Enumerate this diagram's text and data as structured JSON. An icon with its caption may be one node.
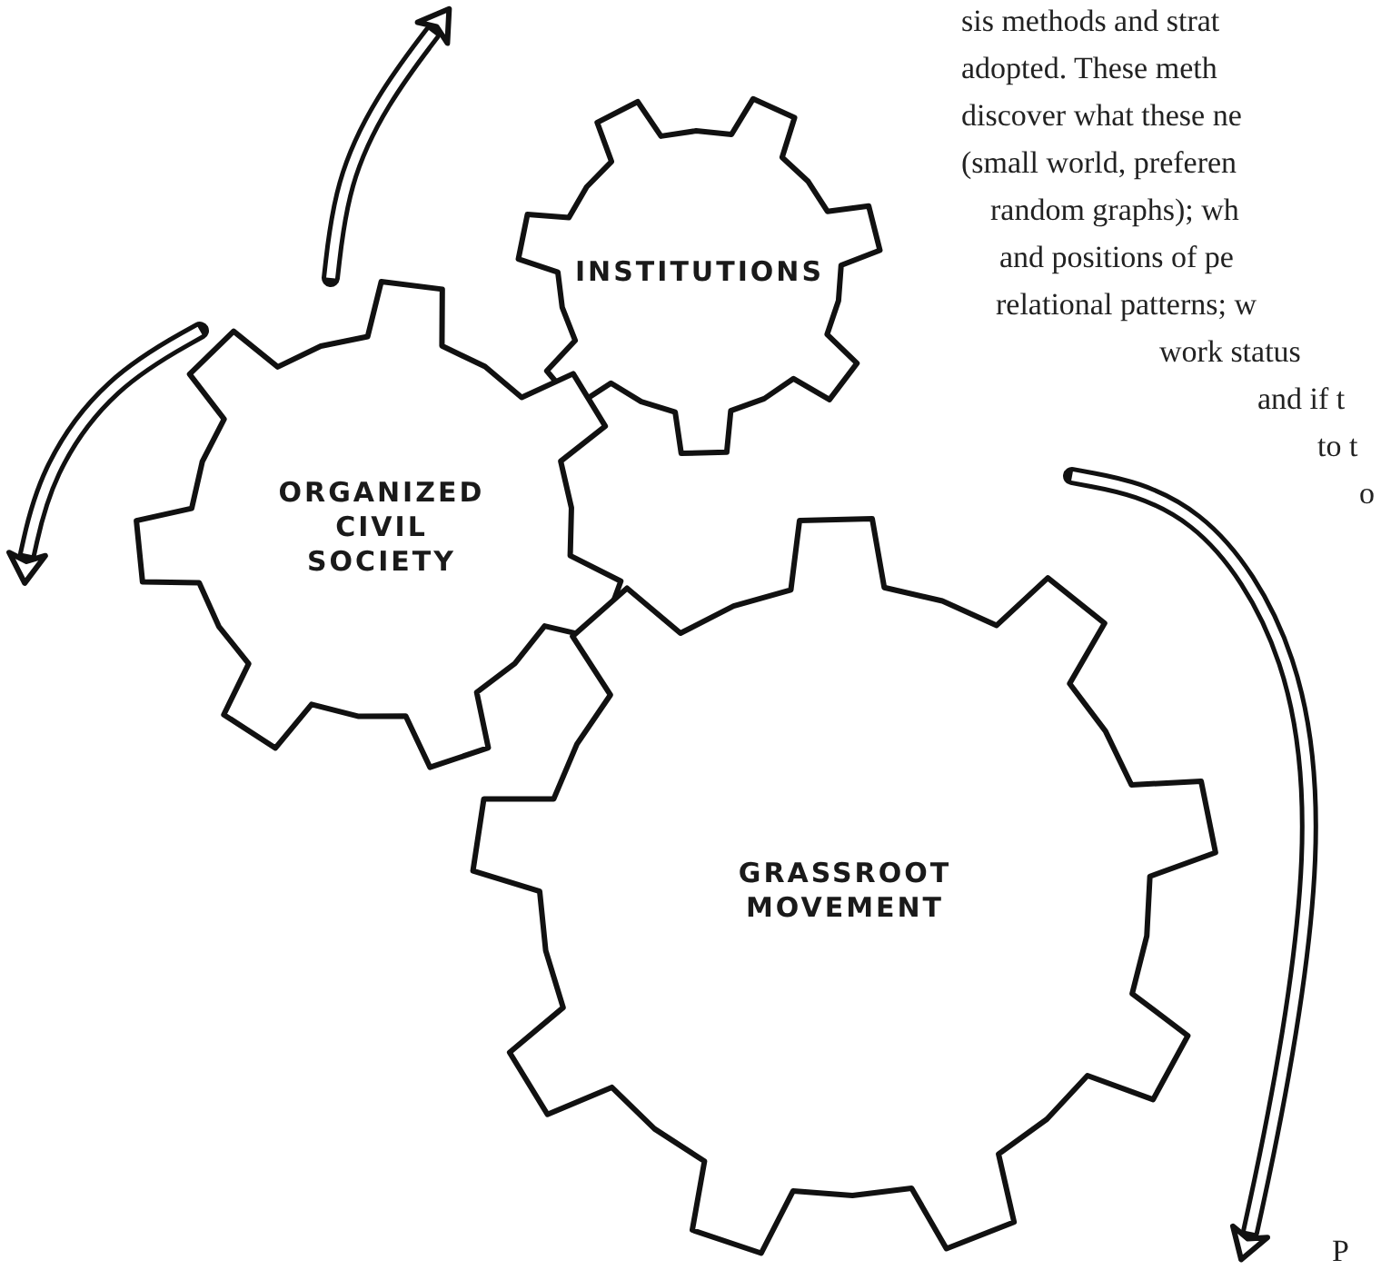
{
  "diagram": {
    "nodes": [
      {
        "text": [
          "INSTITUTIONS"
        ]
      },
      {
        "text": [
          "ORGANIZED CIVIL SOCIETY"
        ]
      },
      {
        "text": [
          "GRASSROOT MOVEMENT"
        ]
      }
    ],
    "labels": [
      "sis methods and strat",
      "adopted. These meth",
      "discover what these ne",
      "(small world, preferen",
      "random graphs); wh",
      "and positions of pe",
      "relational patterns; w",
      "work status",
      "and if t",
      "to t",
      "o",
      "P"
    ]
  }
}
